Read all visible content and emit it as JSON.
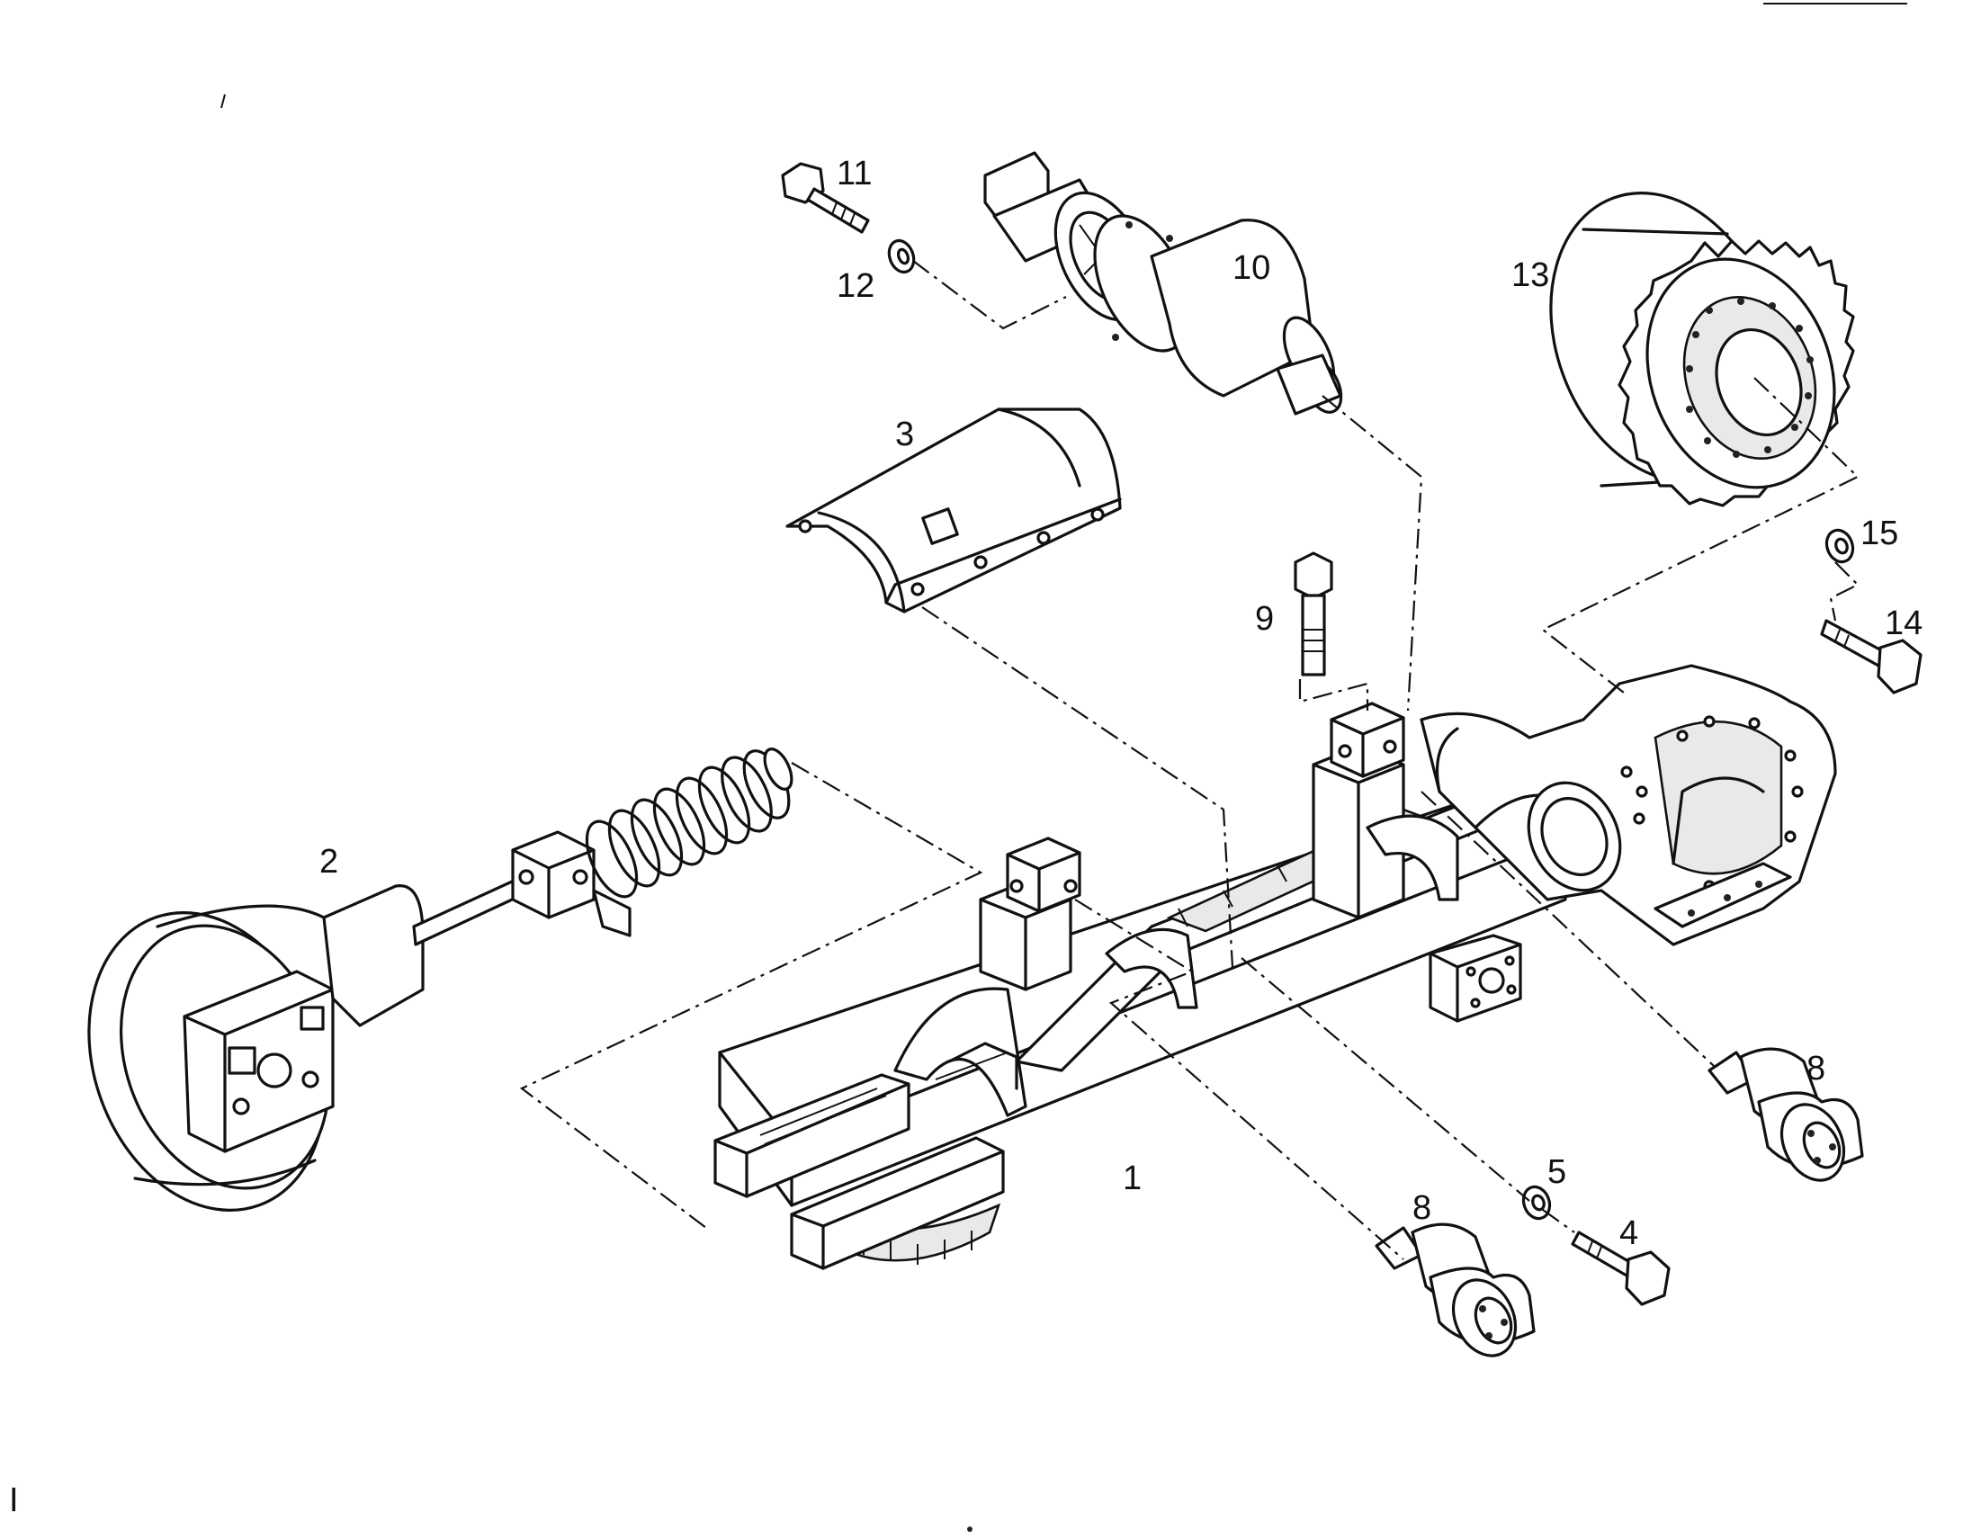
{
  "callouts": {
    "c1": "1",
    "c2": "2",
    "c3": "3",
    "c4": "4",
    "c5": "5",
    "c8a": "8",
    "c8b": "8",
    "c9": "9",
    "c10": "10",
    "c11": "11",
    "c12": "12",
    "c13": "13",
    "c14": "14",
    "c15": "15"
  },
  "margin_mark": "I"
}
